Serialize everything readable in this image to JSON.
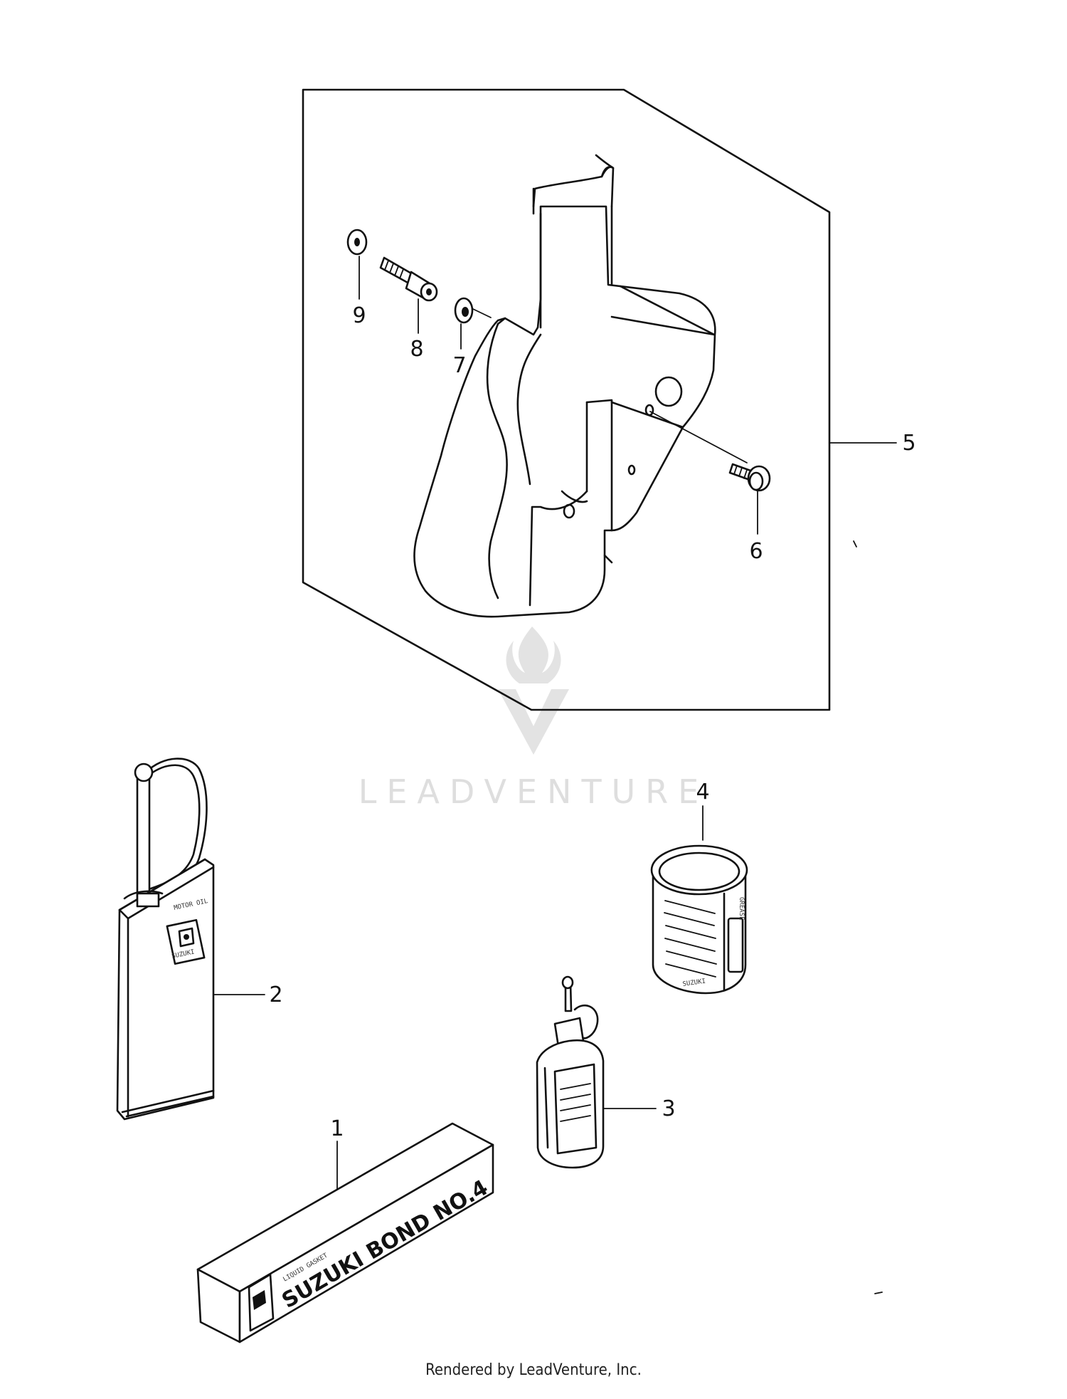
{
  "callouts": [
    {
      "id": "1",
      "label": "1"
    },
    {
      "id": "2",
      "label": "2"
    },
    {
      "id": "3",
      "label": "3"
    },
    {
      "id": "4",
      "label": "4"
    },
    {
      "id": "5",
      "label": "5"
    },
    {
      "id": "6",
      "label": "6"
    },
    {
      "id": "7",
      "label": "7"
    },
    {
      "id": "8",
      "label": "8"
    },
    {
      "id": "9",
      "label": "9"
    }
  ],
  "watermark": {
    "text": "LEADVENTURE"
  },
  "products": {
    "bond_box": {
      "line1": "LIQUID GASKET",
      "line2": "SUZUKI BOND NO.4"
    }
  },
  "footer": {
    "credit": "Rendered by LeadVenture, Inc."
  }
}
